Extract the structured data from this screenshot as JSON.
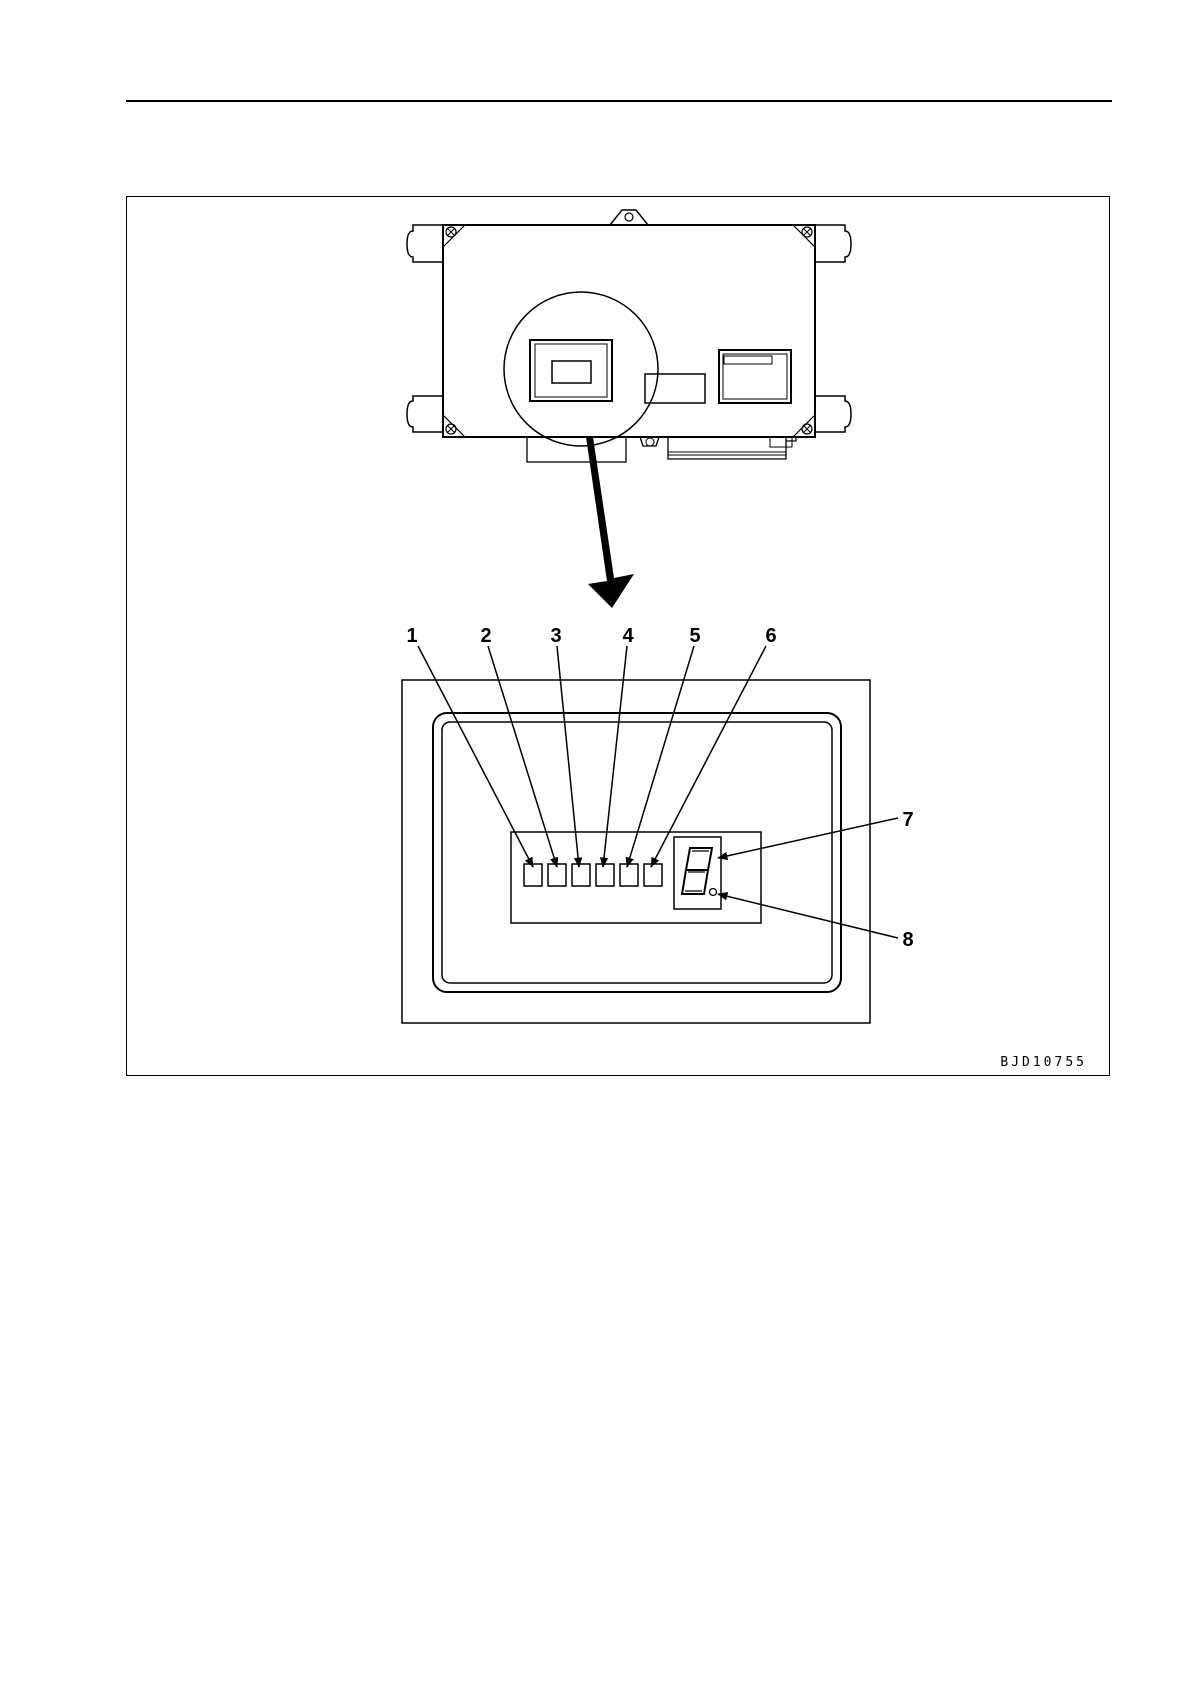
{
  "figure": {
    "callouts": [
      "1",
      "2",
      "3",
      "4",
      "5",
      "6",
      "7",
      "8"
    ],
    "figure_code": "BJD10755"
  }
}
